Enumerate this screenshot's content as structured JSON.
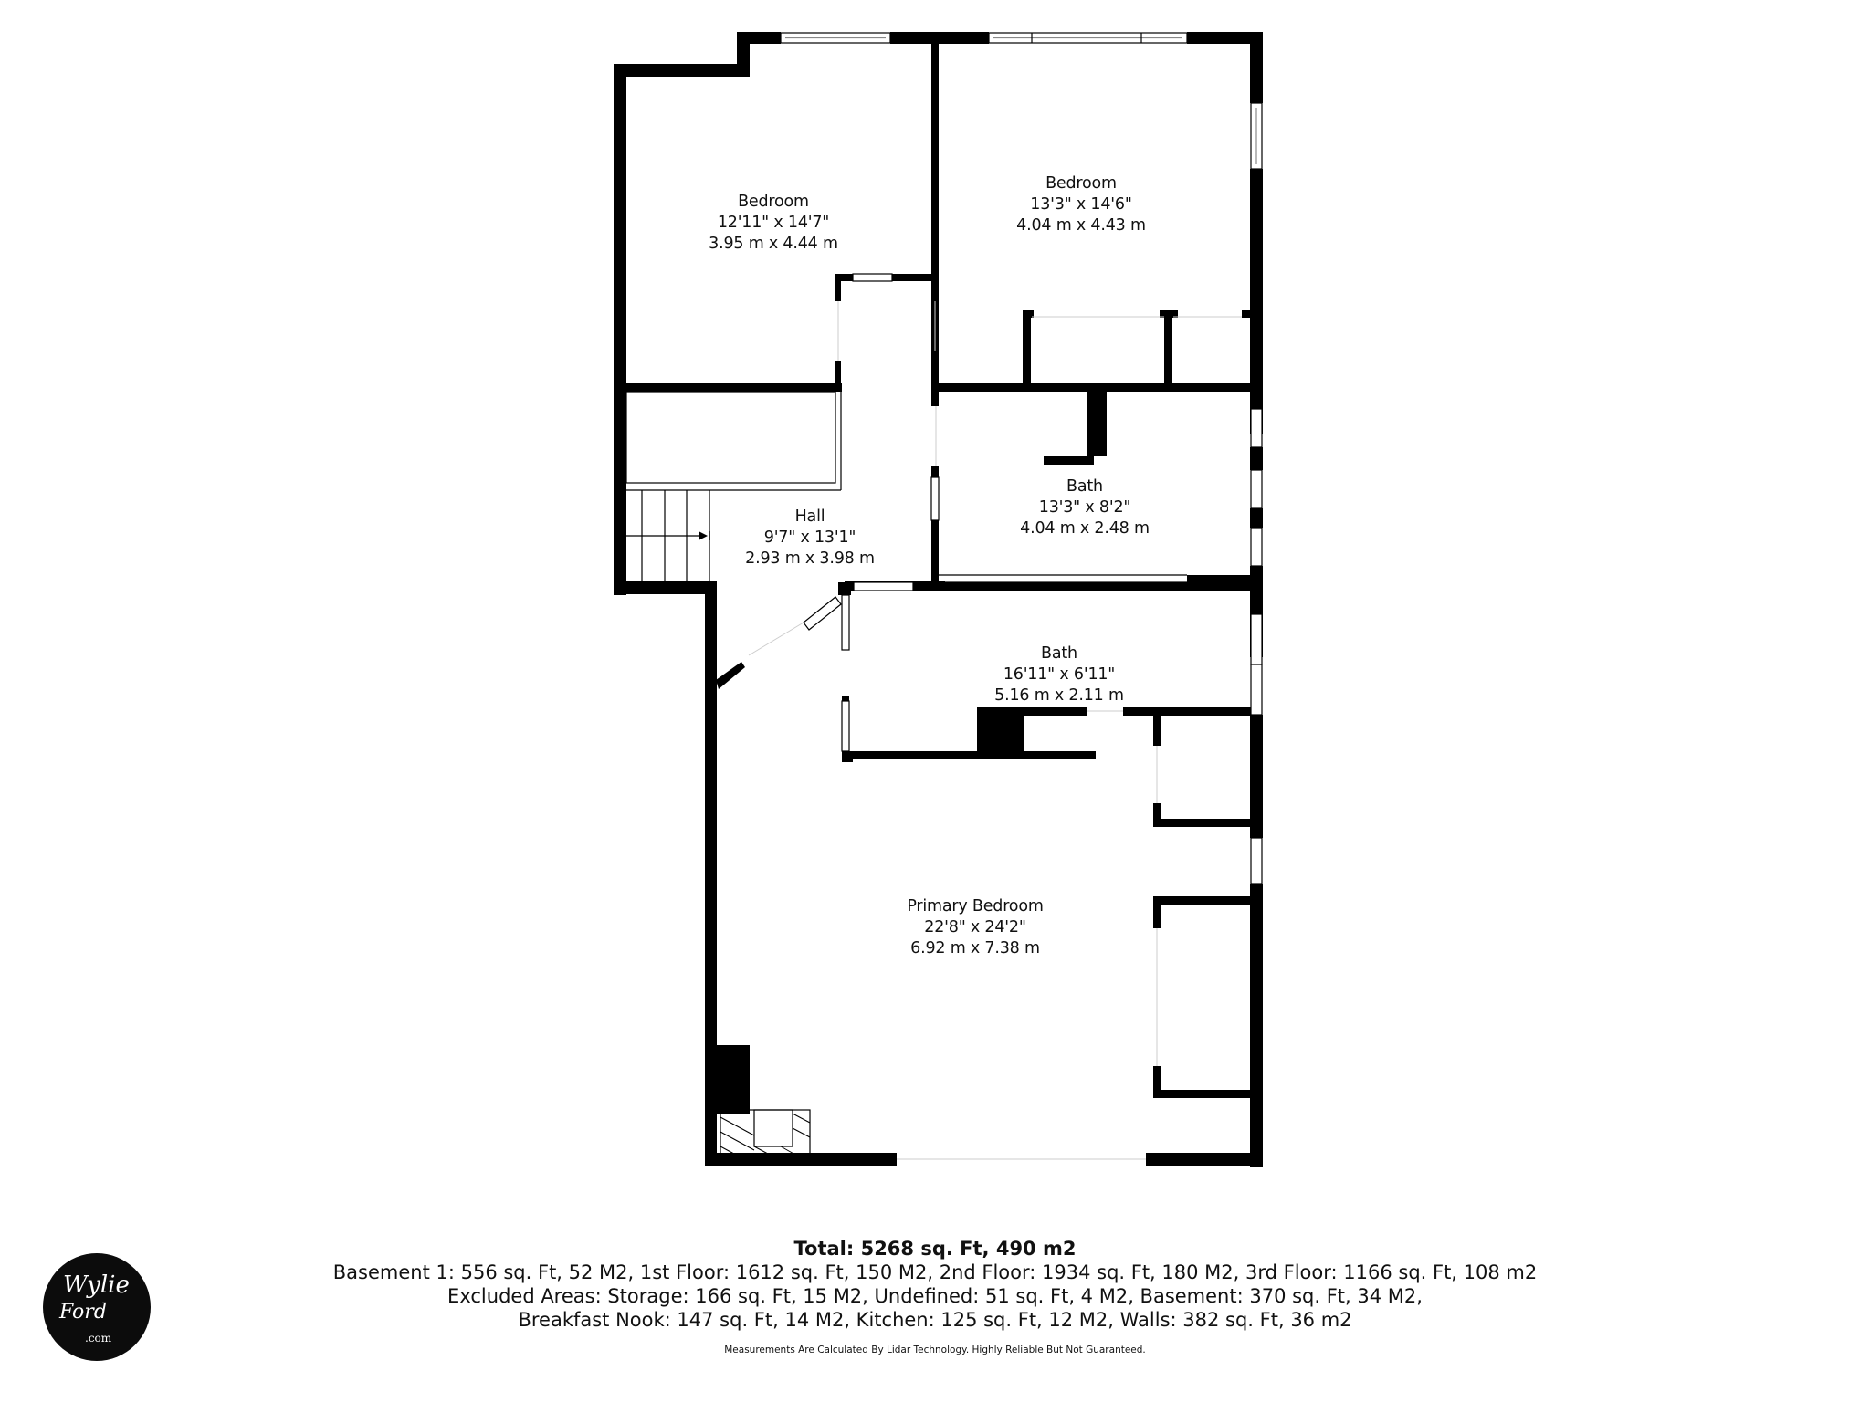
{
  "floorplan": {
    "rooms": [
      {
        "id": "bedroom-1",
        "name": "Bedroom",
        "imperial": "12'11\" x 14'7\"",
        "metric": "3.95 m x 4.44 m"
      },
      {
        "id": "bedroom-2",
        "name": "Bedroom",
        "imperial": "13'3\" x 14'6\"",
        "metric": "4.04 m x 4.43 m"
      },
      {
        "id": "bath-1",
        "name": "Bath",
        "imperial": "13'3\" x 8'2\"",
        "metric": "4.04 m x 2.48 m"
      },
      {
        "id": "hall",
        "name": "Hall",
        "imperial": "9'7\" x 13'1\"",
        "metric": "2.93 m x 3.98 m"
      },
      {
        "id": "bath-2",
        "name": "Bath",
        "imperial": "16'11\" x 6'11\"",
        "metric": "5.16 m x 2.11 m"
      },
      {
        "id": "primary-bedroom",
        "name": "Primary Bedroom",
        "imperial": "22'8\" x 24'2\"",
        "metric": "6.92 m x 7.38 m"
      }
    ],
    "colors": {
      "wall": "#000000",
      "background": "#ffffff",
      "window_line": "#888888"
    }
  },
  "summary": {
    "total": "Total: 5268 sq. Ft, 490 m2",
    "line1": "Basement 1: 556 sq. Ft, 52 M2, 1st Floor: 1612 sq. Ft, 150 M2, 2nd Floor: 1934 sq. Ft, 180 M2, 3rd Floor: 1166 sq. Ft, 108 m2",
    "line2": "Excluded Areas: Storage: 166 sq. Ft, 15 M2, Undefined: 51 sq. Ft, 4 M2, Basement: 370 sq. Ft, 34 M2,",
    "line3": "Breakfast Nook: 147 sq. Ft, 14 M2, Kitchen: 125 sq. Ft, 12 M2, Walls: 382 sq. Ft, 36 m2",
    "disclaimer": "Measurements Are Calculated By Lidar Technology. Highly Reliable But Not Guaranteed."
  },
  "logo": {
    "line1": "Wylie",
    "line2": "Ford",
    "line3": ".com"
  }
}
